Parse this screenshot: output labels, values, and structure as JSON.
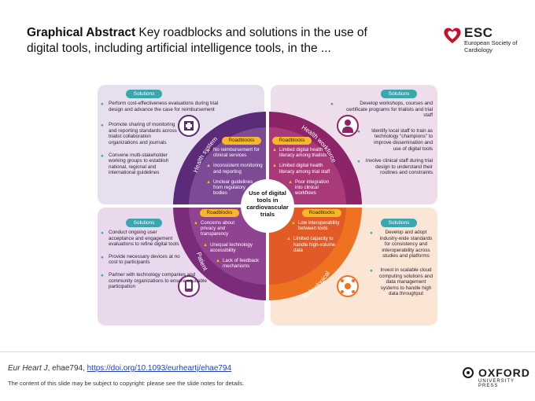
{
  "header": {
    "title_bold": "Graphical Abstract",
    "title_rest": " Key roadblocks and solutions in the use of digital tools, including artificial intelligence tools, in the ..."
  },
  "esc_logo": {
    "name": "ESC",
    "sub": "European Society of Cardiology",
    "color": "#c8102e"
  },
  "center": {
    "label": "Use of digital tools in cardiovascular trials"
  },
  "quadrants": {
    "health_system": {
      "label": "Health system",
      "solutions_label": "Solutions",
      "roadblocks_label": "Roadblocks",
      "solutions": [
        "Perform cost-effectiveness evaluations during trial design and advance the case for reimbursement",
        "Promote sharing of monitoring and reporting standards across trialist collaboration organizations and journals",
        "Convene multi-stakeholder working groups to establish national, regional and international guidelines"
      ],
      "roadblocks": [
        "No reimbursement for clinical services",
        "Inconsistent monitoring and reporting",
        "Unclear guidelines from regulatory bodies"
      ]
    },
    "health_workforce": {
      "label": "Health workforce",
      "solutions_label": "Solutions",
      "roadblocks_label": "Roadblocks",
      "solutions": [
        "Develop workshops, courses and certificate programs for trialists and trial staff",
        "Identify local staff to train as technology \"champions\" to improve dissemination and use of digital tools",
        "Involve clinical staff during trial design to understand their routines and constraints"
      ],
      "roadblocks": [
        "Limited digital health literacy among trialists",
        "Limited digital health literacy among trial staff",
        "Poor integration into clinical workflows"
      ]
    },
    "patient": {
      "label": "Patient",
      "solutions_label": "Solutions",
      "roadblocks_label": "Roadblocks",
      "solutions": [
        "Conduct ongoing user acceptance and engagement evaluations to refine digital tools",
        "Provide necessary devices at no cost to participants",
        "Partner with technology companies and community organizations to ensure equitable participation"
      ],
      "roadblocks": [
        "Concerns about privacy and transparency",
        "Unequal technology accessibility",
        "Lack of feedback mechanisms"
      ]
    },
    "technological": {
      "label": "Technological",
      "solutions_label": "Solutions",
      "roadblocks_label": "Roadblocks",
      "solutions": [
        "Develop and adopt industry-wide standards for consistency and interoperability across studies and platforms",
        "Invest in scalable cloud computing solutions and data management systems to handle high data throughput"
      ],
      "roadblocks": [
        "Low interoperability between tools",
        "Limited capacity to handle high-volume data"
      ]
    }
  },
  "colors": {
    "purple_light": "#e9e0ee",
    "purple_mid": "#7d3f8c",
    "magenta": "#9b2767",
    "orange": "#f07a1f",
    "orange_light": "#fbe8d8",
    "teal": "#3aa6b0",
    "gold": "#f7b72c"
  },
  "footer": {
    "journal": "Eur Heart J",
    "article": ", ehae794,  ",
    "doi": "https://doi.org/10.1093/eurheartj/ehae794",
    "copyright": "The content of this slide may be subject to copyright: please see the slide notes for details."
  },
  "oup_logo": {
    "name": "OXFORD",
    "sub": "UNIVERSITY PRESS"
  }
}
